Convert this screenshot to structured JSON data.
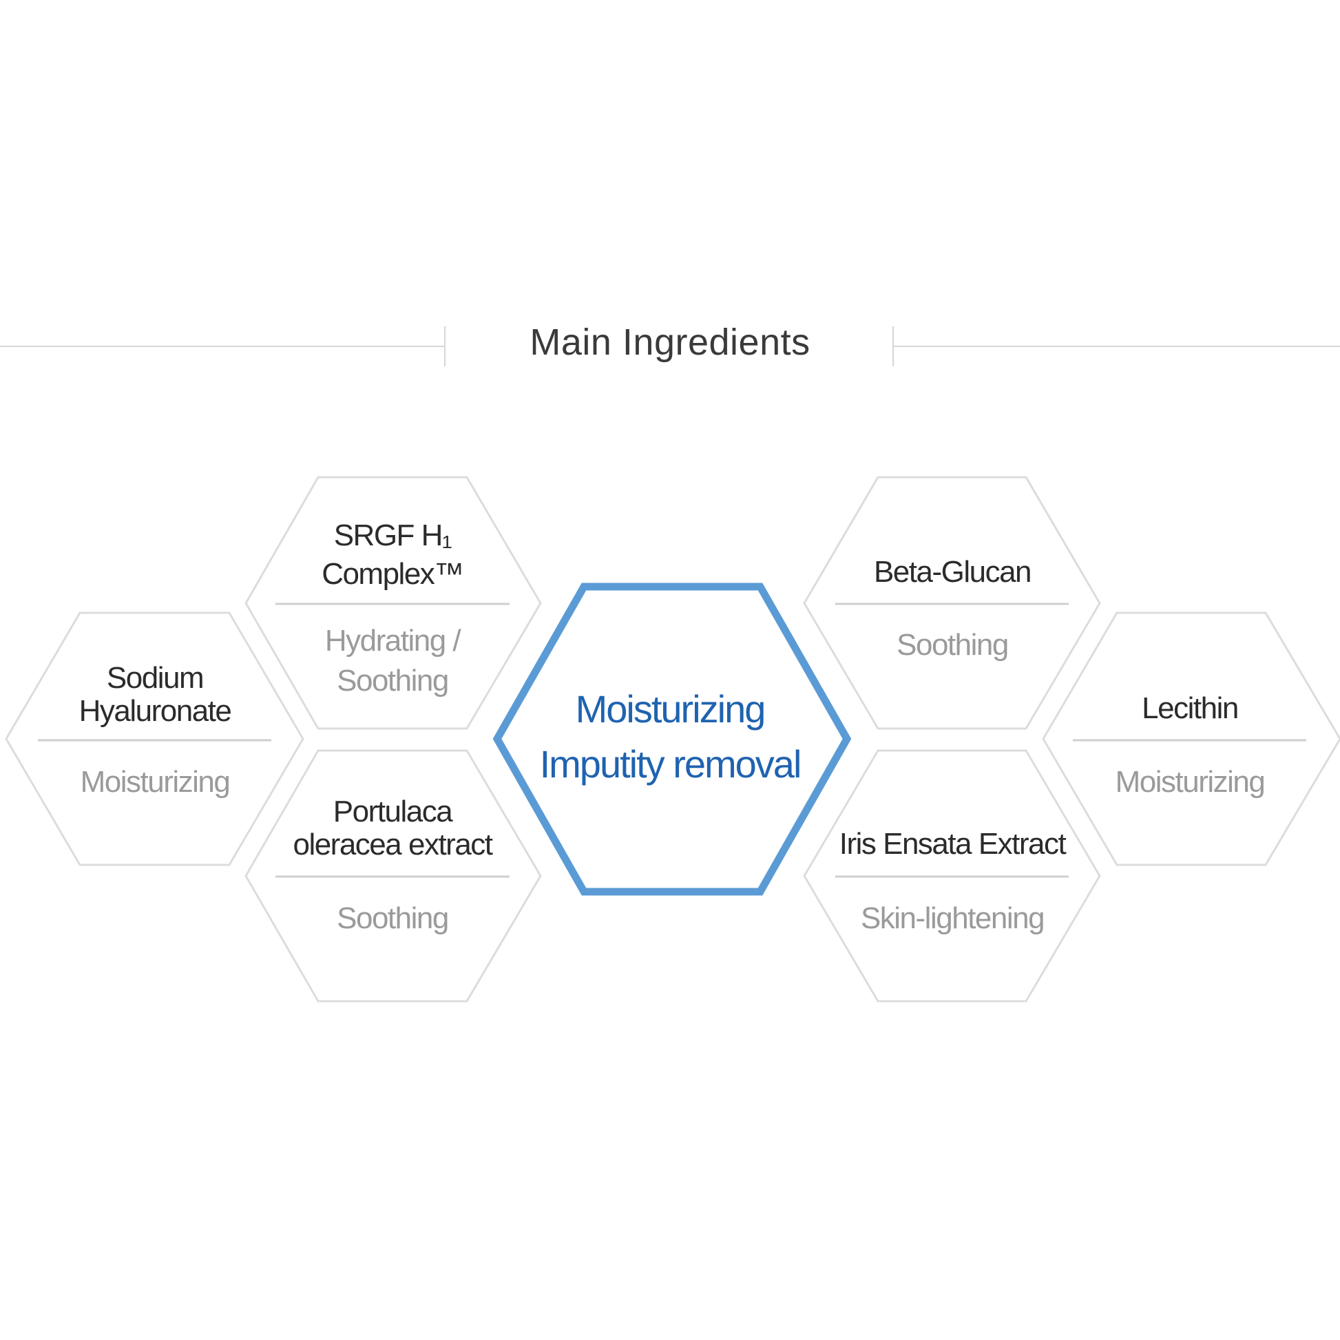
{
  "header": {
    "title": "Main Ingredients"
  },
  "center": {
    "line1": "Moisturizing",
    "line2": "Imputity removal",
    "border_color": "#5b9bd5",
    "text_color": "#1f63b0"
  },
  "ingredients": [
    {
      "name": "Sodium\nHyaluronate",
      "effect": "Moisturizing"
    },
    {
      "name": "SRGF H₁\nComplex™",
      "effect": "Hydrating /\nSoothing"
    },
    {
      "name": "Portulaca\noleracea extract",
      "effect": "Soothing"
    },
    {
      "name": "Beta-Glucan",
      "effect": "Soothing"
    },
    {
      "name": "Iris Ensata Extract",
      "effect": "Skin-lightening"
    },
    {
      "name": "Lecithin",
      "effect": "Moisturizing"
    }
  ],
  "colors": {
    "hex_outline": "#dcdcdc",
    "divider": "#cfcfcf",
    "name_text": "#2b2b2b",
    "effect_text": "#9a9a9a"
  }
}
